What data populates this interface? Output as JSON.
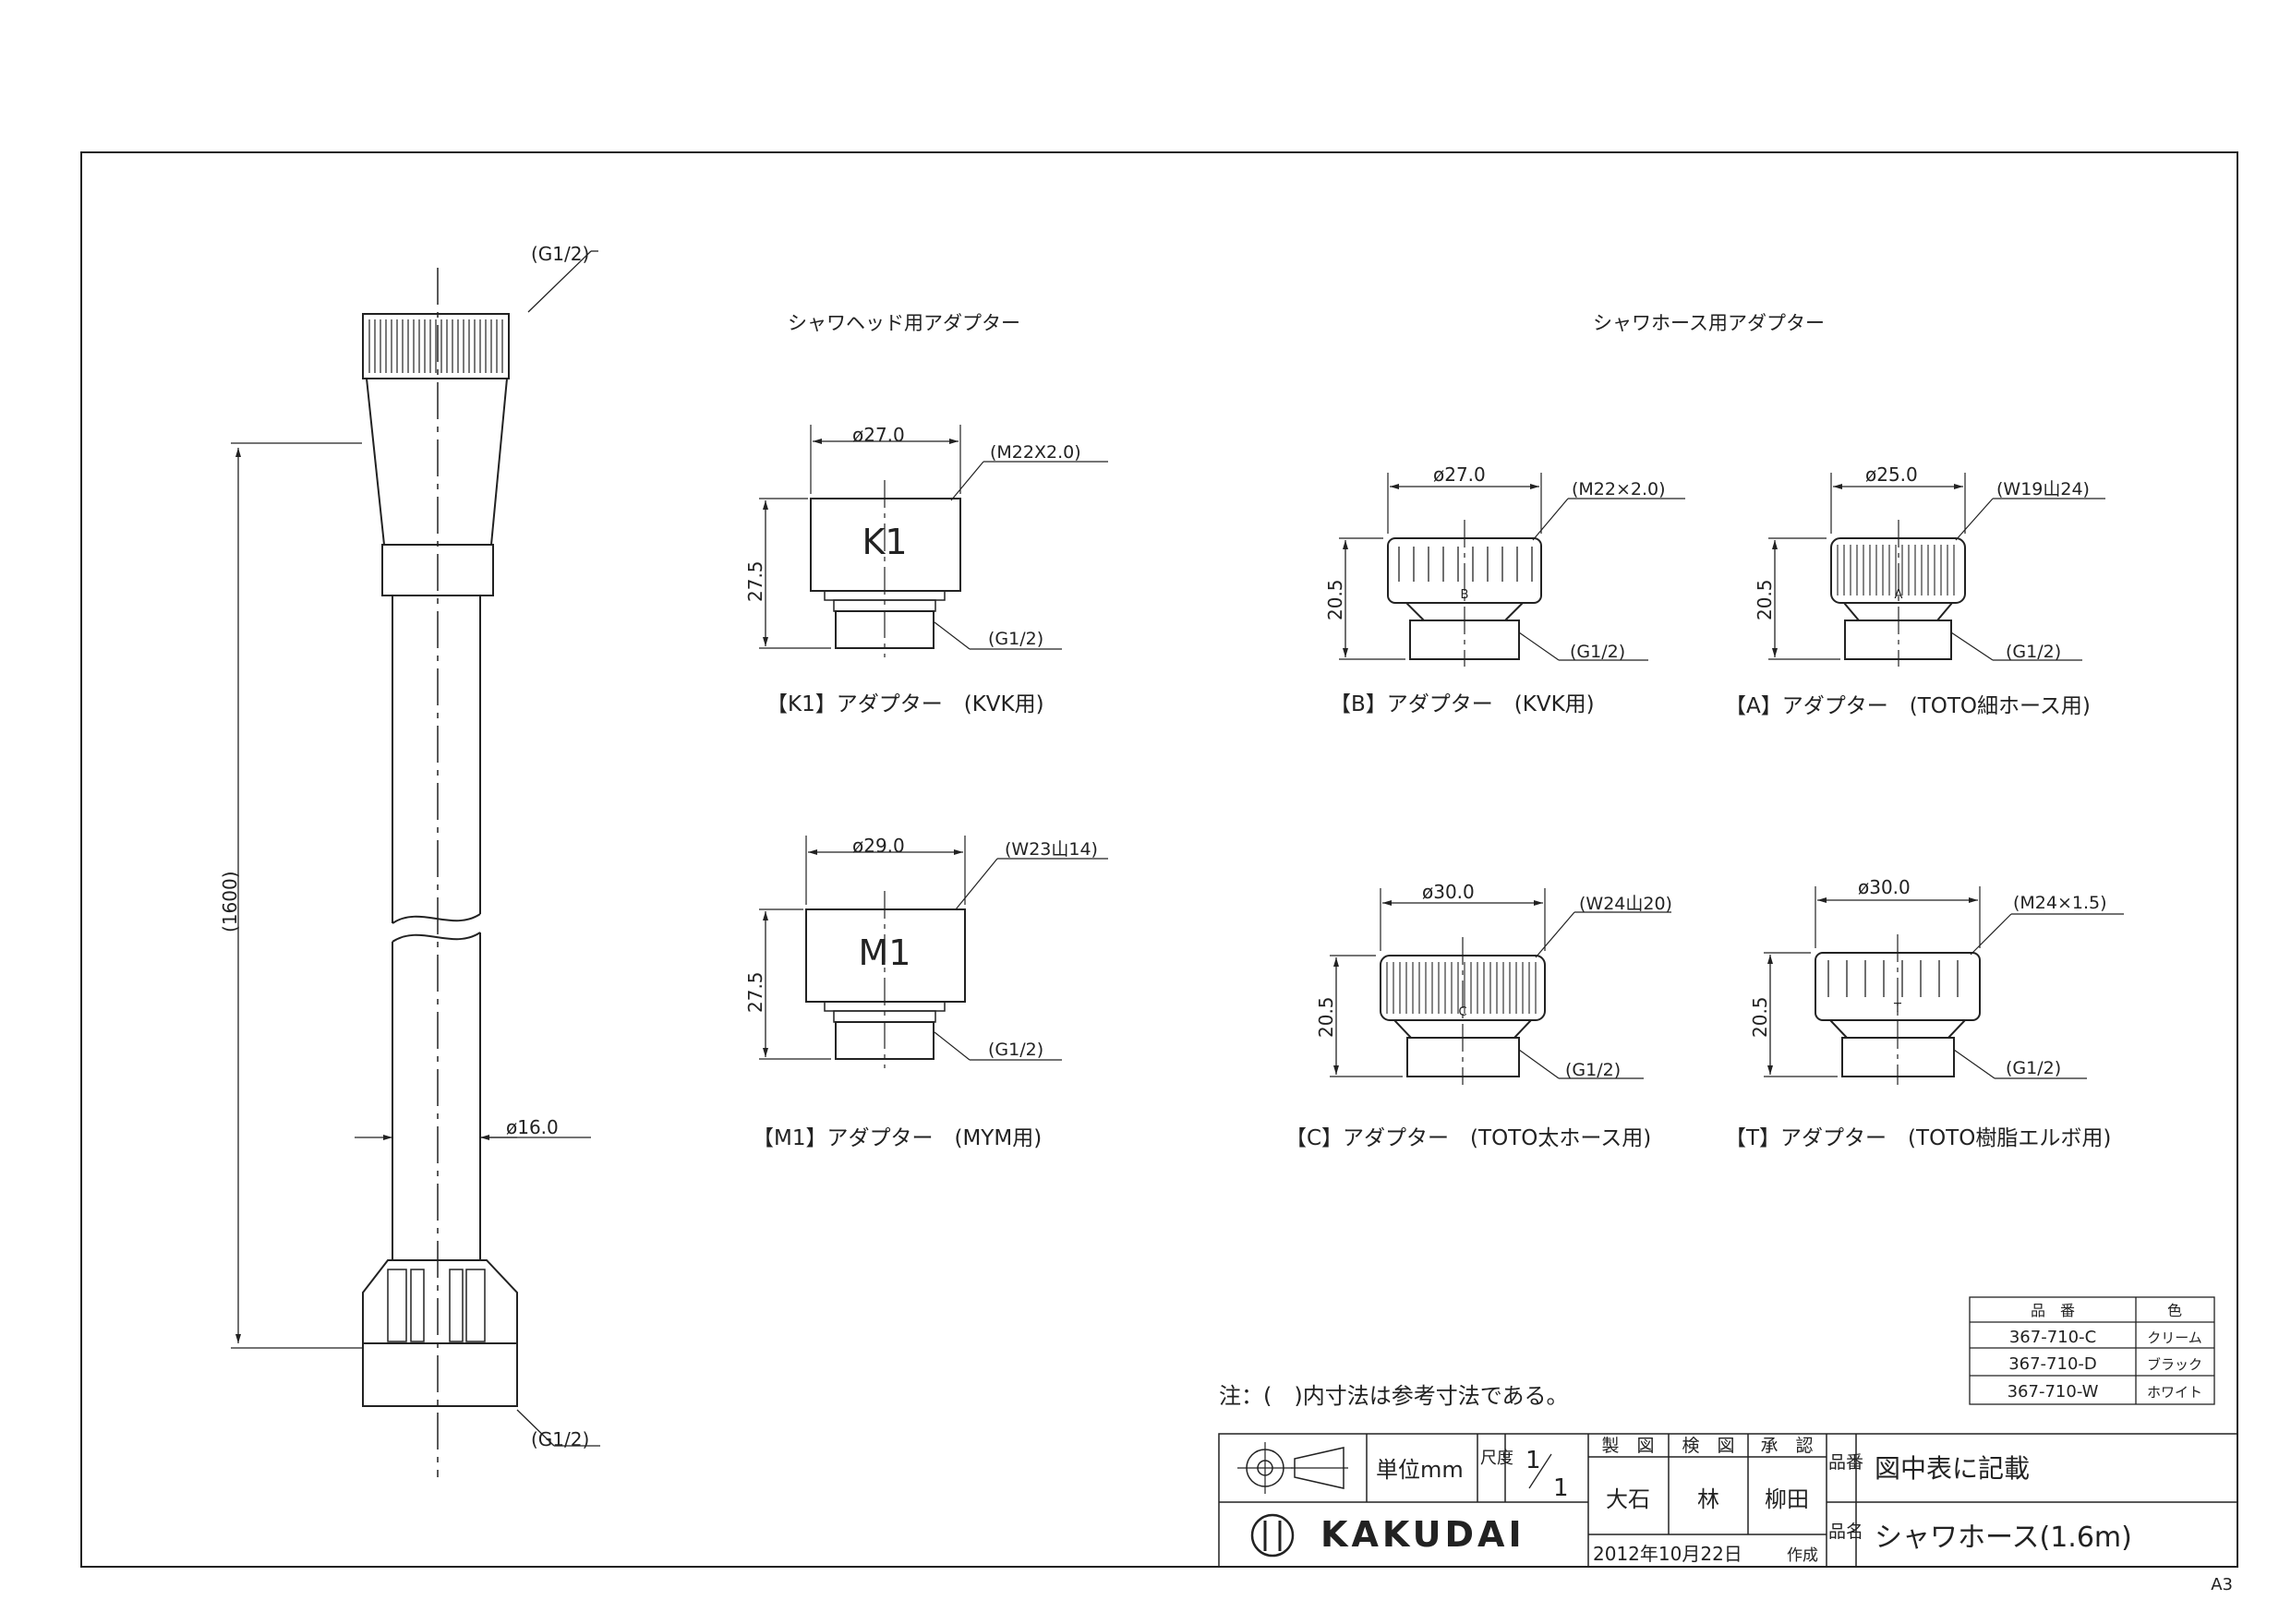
{
  "hose": {
    "top_fitting": "(G1/2)",
    "bottom_fitting": "(G1/2)",
    "length": "(1600)",
    "diameter": "ø16.0"
  },
  "sections": {
    "head": "シャワヘッド用アダプター",
    "hose": "シャワホース用アダプター"
  },
  "adapters": {
    "k1": {
      "diameter": "ø27.0",
      "thread": "(M22X2.0)",
      "height": "27.5",
      "outlet": "(G1/2)",
      "mark": "K1",
      "caption": "【K1】アダプター　(KVK用)"
    },
    "m1": {
      "diameter": "ø29.0",
      "thread": "(W23山14)",
      "height": "27.5",
      "outlet": "(G1/2)",
      "mark": "M1",
      "caption": "【M1】アダプター　(MYM用)"
    },
    "b": {
      "diameter": "ø27.0",
      "thread": "(M22×2.0)",
      "height": "20.5",
      "outlet": "(G1/2)",
      "mark": "B",
      "caption": "【B】アダプター　(KVK用)"
    },
    "a": {
      "diameter": "ø25.0",
      "thread": "(W19山24)",
      "height": "20.5",
      "outlet": "(G1/2)",
      "mark": "A",
      "caption": "【A】アダプター　(TOTO細ホース用)"
    },
    "c": {
      "diameter": "ø30.0",
      "thread": "(W24山20)",
      "height": "20.5",
      "outlet": "(G1/2)",
      "mark": "C",
      "caption": "【C】アダプター　(TOTO太ホース用)"
    },
    "t": {
      "diameter": "ø30.0",
      "thread": "(M24×1.5)",
      "height": "20.5",
      "outlet": "(G1/2)",
      "mark": "T",
      "caption": "【T】アダプター　(TOTO樹脂エルボ用)"
    }
  },
  "parts_table": {
    "headers": [
      "品　番",
      "色"
    ],
    "rows": [
      [
        "367-710-C",
        "クリーム"
      ],
      [
        "367-710-D",
        "ブラック"
      ],
      [
        "367-710-W",
        "ホワイト"
      ]
    ]
  },
  "note": "注：(　)内寸法は参考寸法である。",
  "title_block": {
    "unit": "単位mm",
    "scale_label": "尺度",
    "scale_num": "1",
    "scale_den": "1",
    "drawn_label": "製　図",
    "checked_label": "検　図",
    "approved_label": "承　認",
    "drawn_by": "大石",
    "checked_by": "林",
    "approved_by": "柳田",
    "part_no_label": "品番",
    "part_no_value": "図中表に記載",
    "name_label": "品名",
    "name_value": "シャワホース(1.6m)",
    "date": "2012年10月22日",
    "created": "作成",
    "logo_text": "KAKUDAI"
  },
  "sheet_size": "A3"
}
